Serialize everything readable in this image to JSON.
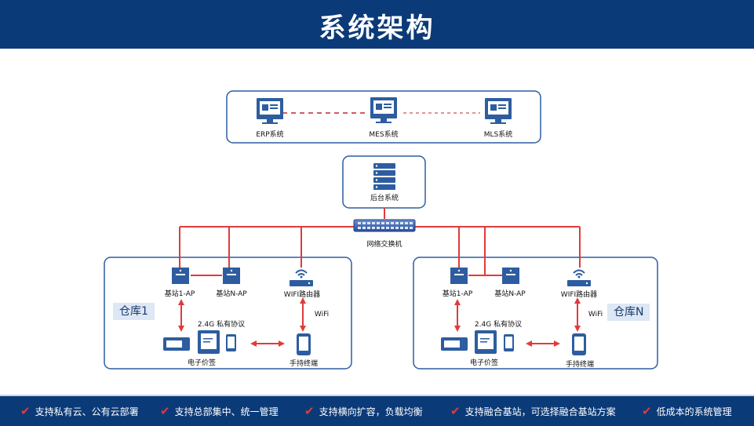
{
  "title": "系统架构",
  "systems": {
    "erp": "ERP系统",
    "mes": "MES系统",
    "mls": "MLS系统",
    "backend": "后台系统",
    "switch": "网络交换机"
  },
  "warehouse_1": {
    "tag": "仓库1",
    "ap1": "基站1-AP",
    "apn": "基站N-AP",
    "router": "WIFI路由器",
    "protocol": "2.4G 私有协议",
    "wifi": "WiFi",
    "esl": "电子价签",
    "handheld": "手持终端"
  },
  "warehouse_n": {
    "tag": "仓库N",
    "ap1": "基站1-AP",
    "apn": "基站N-AP",
    "router": "WIFI路由器",
    "protocol": "2.4G 私有协议",
    "wifi": "WiFi",
    "esl": "电子价签",
    "handheld": "手持终端"
  },
  "footer": [
    "支持私有云、公有云部署",
    "支持总部集中、统一管理",
    "支持横向扩容，负载均衡",
    "支持融合基站，可选择融合基站方案",
    "低成本的系统管理"
  ],
  "colors": {
    "brand": "#0b3a78",
    "accent": "#e03b3b",
    "box_border": "#2d5da0"
  }
}
